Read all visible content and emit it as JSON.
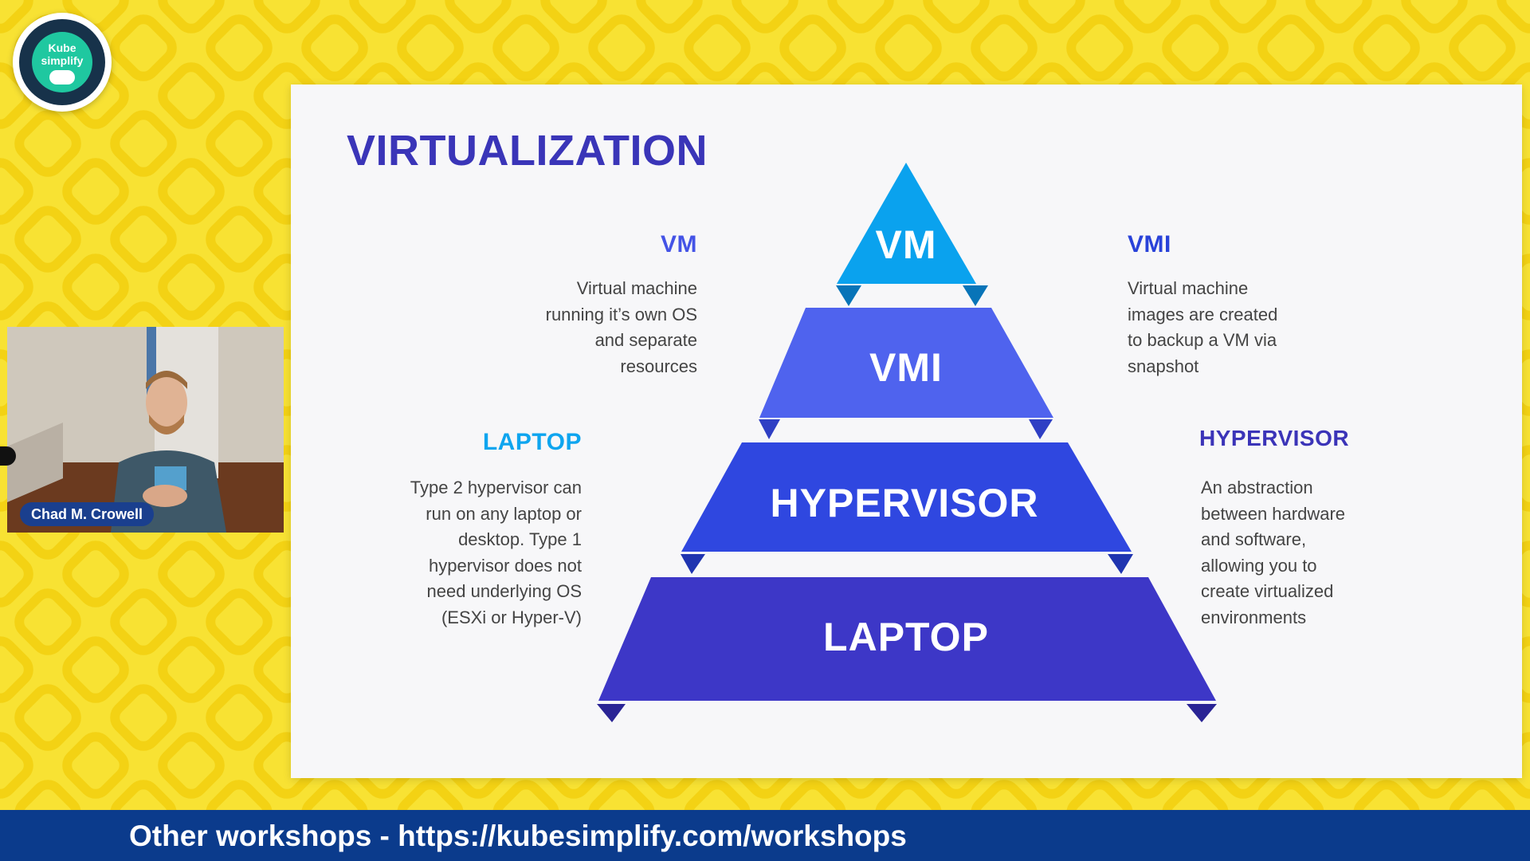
{
  "theme": {
    "background": "#f8e233",
    "pattern": "#f3d214",
    "footer_bg": "#0b3b8c",
    "title_color": "#3a35b8"
  },
  "logo": {
    "text_line1": "Kube",
    "text_line2": "simplify"
  },
  "webcam": {
    "presenter_name": "Chad M. Crowell"
  },
  "slide": {
    "title": "VIRTUALIZATION",
    "pyramid": {
      "tiers": [
        {
          "label": "VM",
          "color": "#0aa2ee"
        },
        {
          "label": "VMI",
          "color": "#4f63ee"
        },
        {
          "label": "HYPERVISOR",
          "color": "#2f47e0"
        },
        {
          "label": "LAPTOP",
          "color": "#3d37c7"
        }
      ]
    },
    "left_top": {
      "heading": "VM",
      "heading_color": "#4453e6",
      "lines": [
        "Virtual machine",
        "running it’s own OS",
        "and separate",
        "resources"
      ]
    },
    "left_bottom": {
      "heading": "LAPTOP",
      "heading_color": "#0ea5ef",
      "lines": [
        "Type 2 hypervisor can",
        "run on any laptop or",
        "desktop.  Type 1",
        "hypervisor does not",
        "need underlying OS",
        "(ESXi or Hyper-V)"
      ]
    },
    "right_top": {
      "heading": "VMI",
      "heading_color": "#2942d9",
      "lines": [
        "Virtual machine",
        "images are created",
        "to backup a VM via",
        "snapshot"
      ]
    },
    "right_bottom": {
      "heading": "HYPERVISOR",
      "heading_color": "#3b34b8",
      "lines": [
        "An abstraction",
        "between hardware",
        "and software,",
        "allowing you to",
        "create virtualized",
        "environments"
      ]
    }
  },
  "footer": {
    "text": "Other workshops - https://kubesimplify.com/workshops"
  }
}
